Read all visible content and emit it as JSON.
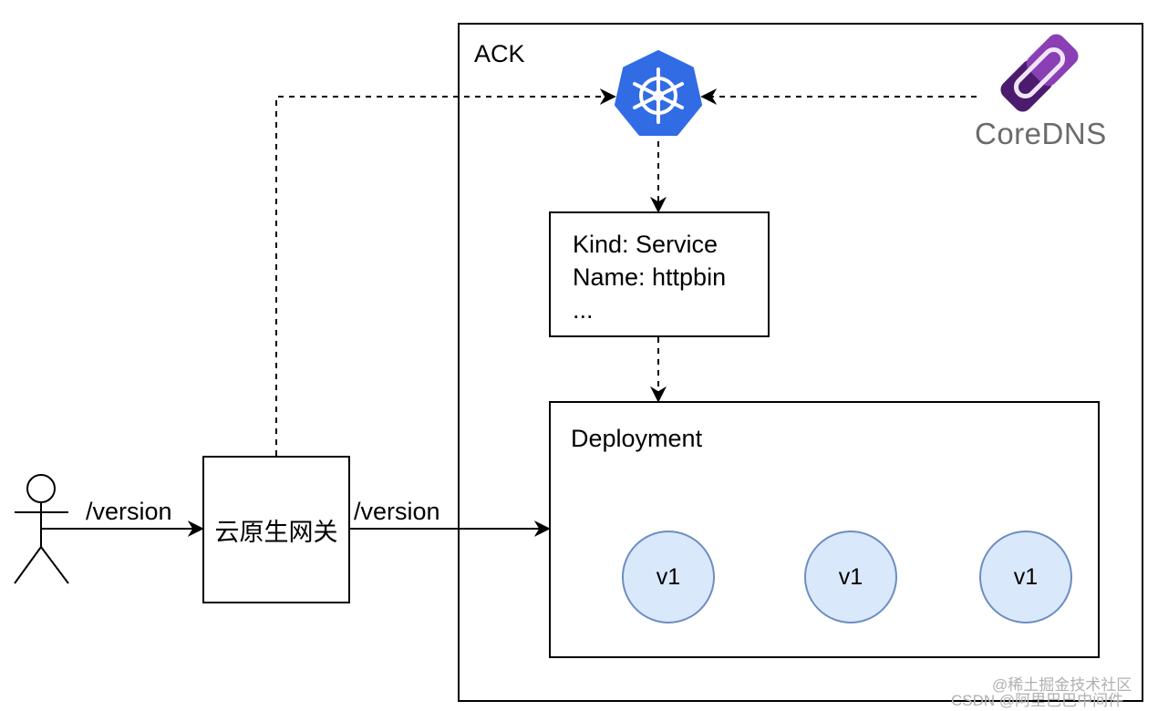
{
  "ack": {
    "label": "ACK"
  },
  "gateway": {
    "label": "云原生网关"
  },
  "service": {
    "lines": [
      "Kind: Service",
      "Name: httpbin",
      "..."
    ]
  },
  "deployment": {
    "label": "Deployment",
    "pods": [
      "v1",
      "v1",
      "v1"
    ]
  },
  "edges": {
    "user_to_gateway": "/version",
    "gateway_to_deployment": "/version"
  },
  "coredns": {
    "label": "CoreDNS"
  },
  "icons": {
    "user": "user-stick-figure-icon",
    "kubernetes": "kubernetes-helm-icon",
    "coredns": "coredns-logo-icon"
  },
  "colors": {
    "pod_fill": "#dae8fc",
    "pod_stroke": "#6c8ebf",
    "k8s_blue": "#326ce5",
    "coredns_purple": "#6a2b8f"
  },
  "watermark": {
    "line1": "@稀土掘金技术社区",
    "line2": "CSDN @阿里巴巴中间件"
  }
}
